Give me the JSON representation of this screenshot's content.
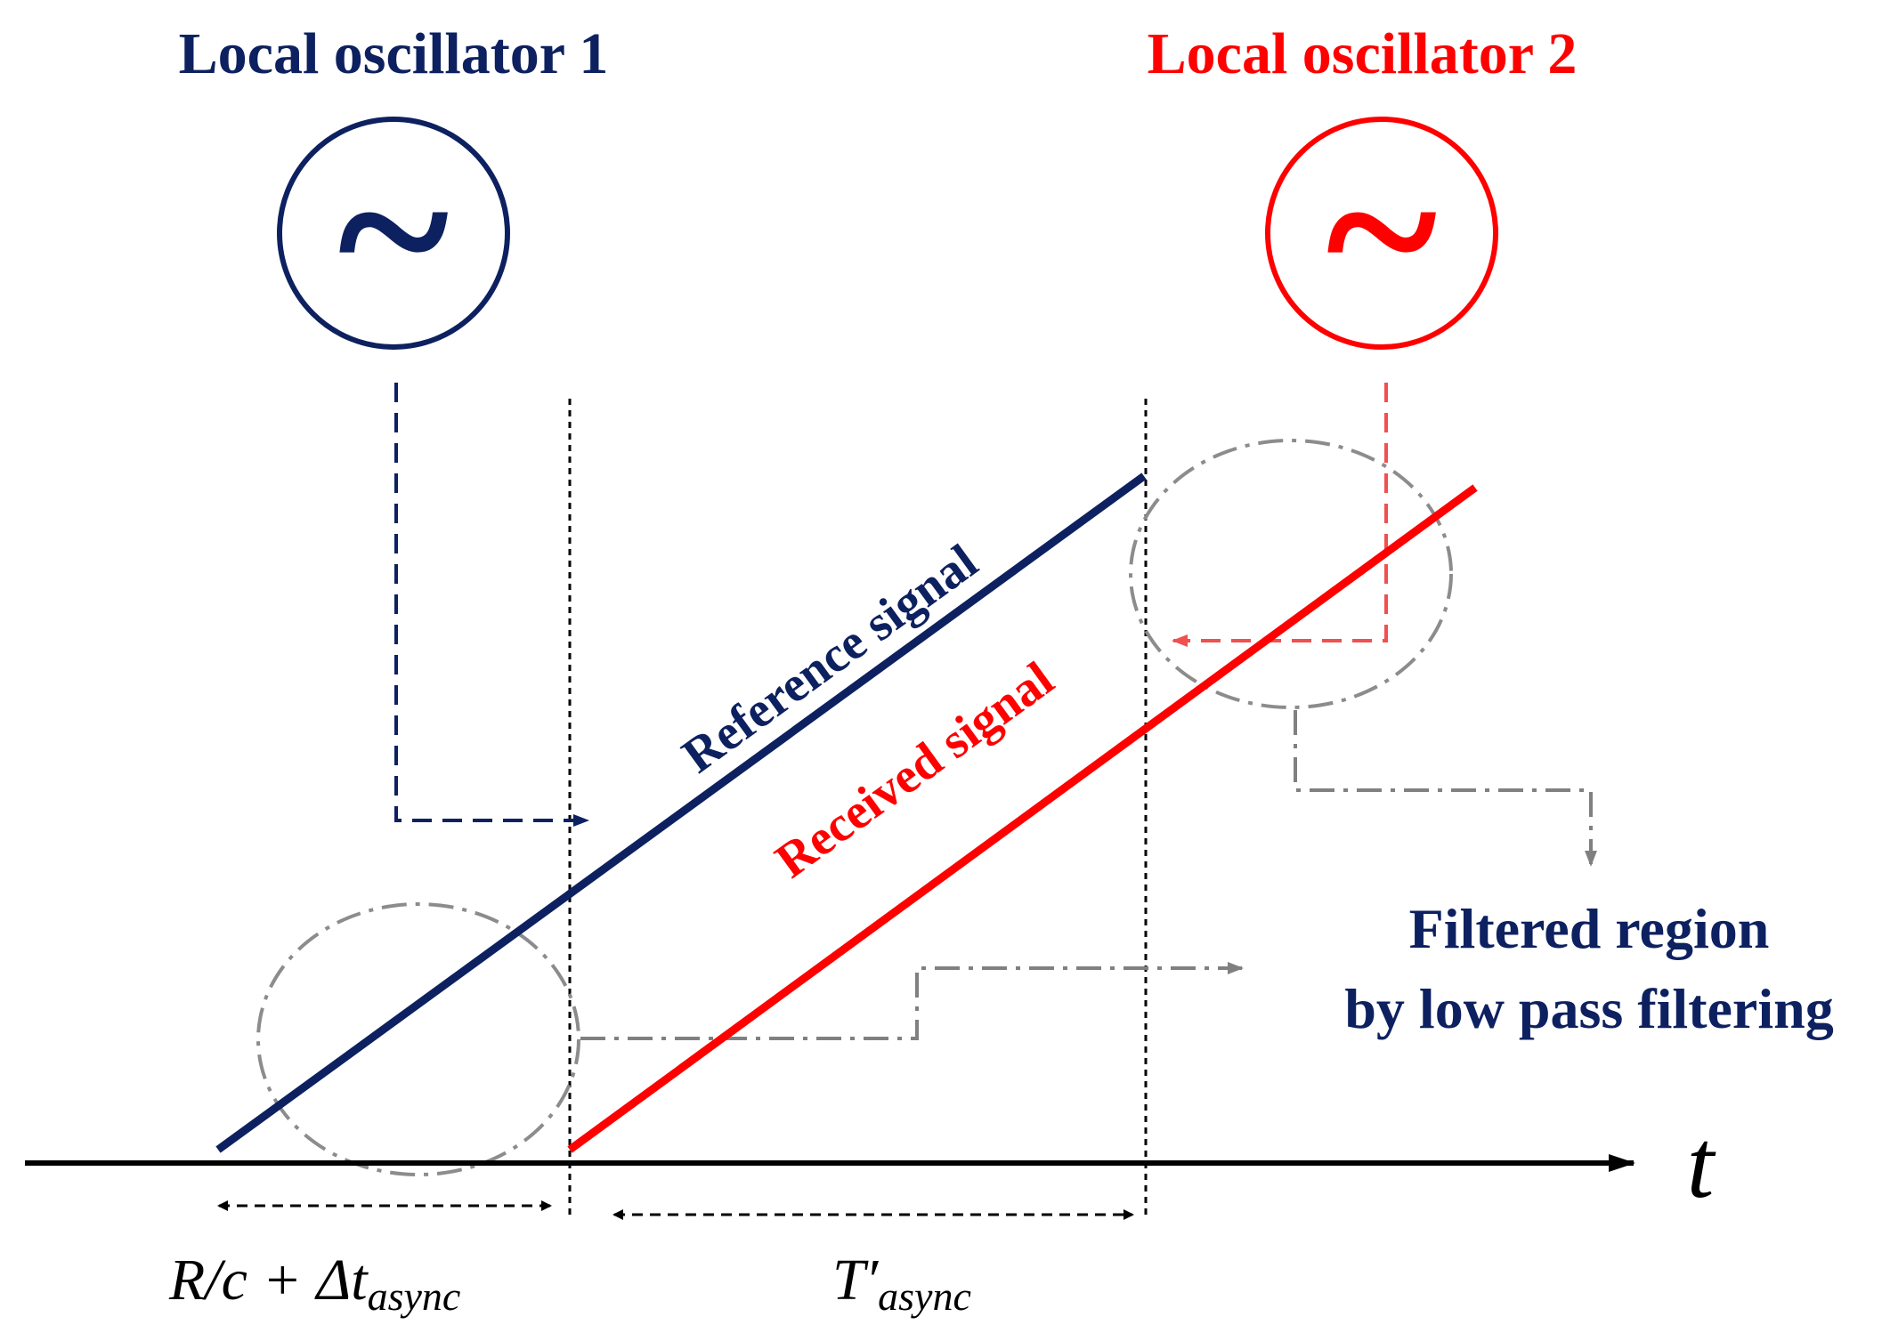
{
  "oscillators": {
    "lo1": {
      "label": "Local oscillator 1",
      "symbol": "~",
      "color": "#0d2160"
    },
    "lo2": {
      "label": "Local oscillator 2",
      "symbol": "~",
      "color": "#ff0000"
    }
  },
  "signals": {
    "reference": {
      "label": "Reference signal",
      "color": "#0d2160"
    },
    "received": {
      "label": "Received signal",
      "color": "#ff0000"
    }
  },
  "filtered_region": {
    "line1": "Filtered region",
    "line2": "by low pass filtering",
    "color": "#0d2160"
  },
  "axis": {
    "label": "t"
  },
  "intervals": {
    "delay": {
      "prefix": "R/c + Δ",
      "var": "t",
      "subscript": "async"
    },
    "period": {
      "var": "T′",
      "subscript": "async"
    }
  }
}
